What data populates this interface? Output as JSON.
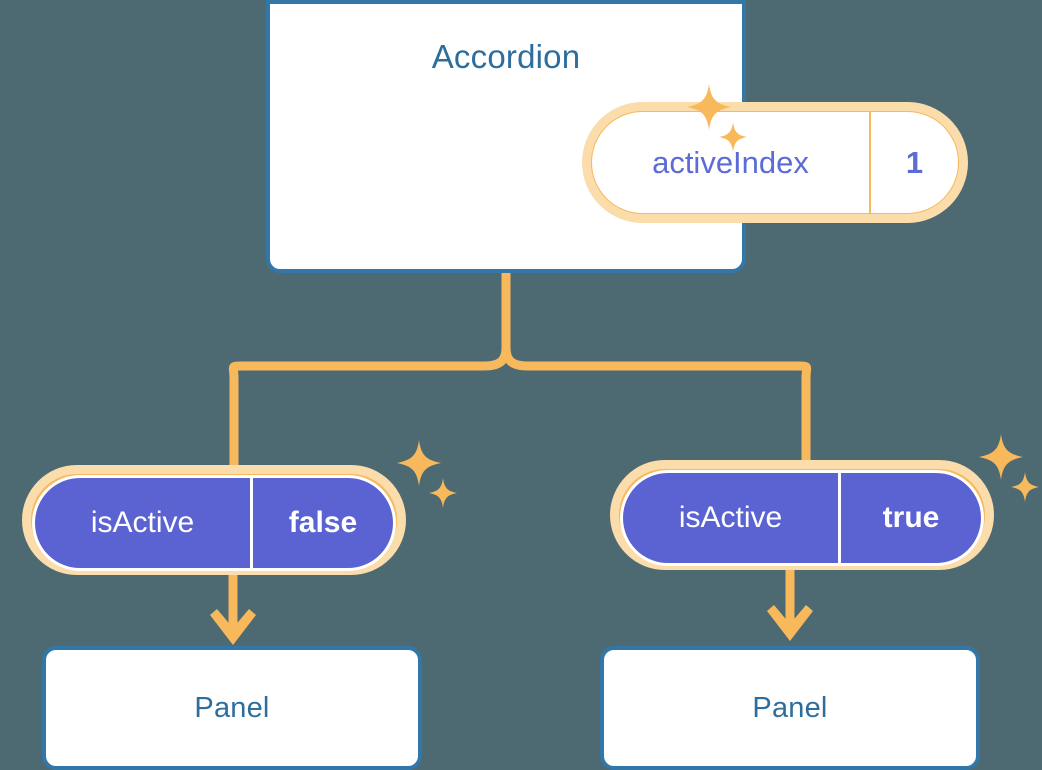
{
  "background_color": "#4d6a73",
  "palette": {
    "card_border": "#3277a8",
    "card_background": "#ffffff",
    "title_text": "#2e6e9e",
    "pill_ring": "#f8b85c",
    "pill_halo": "#fbdcab",
    "pill_purple_fill": "#5b63d3",
    "pill_white_text": "#5b6bd8",
    "connector": "#f8b85c",
    "sparkle": "#f8b85c"
  },
  "diagram": {
    "type": "component-state-tree",
    "root": {
      "title": "Accordion",
      "state_pill": {
        "key": "activeIndex",
        "value": "1",
        "style": "white"
      }
    },
    "branches": [
      {
        "id": "left",
        "state_pill": {
          "key": "isActive",
          "value": "false",
          "style": "purple"
        },
        "child": {
          "title": "Panel"
        }
      },
      {
        "id": "right",
        "state_pill": {
          "key": "isActive",
          "value": "true",
          "style": "purple"
        },
        "child": {
          "title": "Panel"
        }
      }
    ],
    "sparkle_groups": [
      {
        "id": "top",
        "near": "activeIndex-pill",
        "count": 2
      },
      {
        "id": "left",
        "near": "isActive-false-pill",
        "count": 2
      },
      {
        "id": "right",
        "near": "isActive-true-pill",
        "count": 2
      }
    ]
  }
}
